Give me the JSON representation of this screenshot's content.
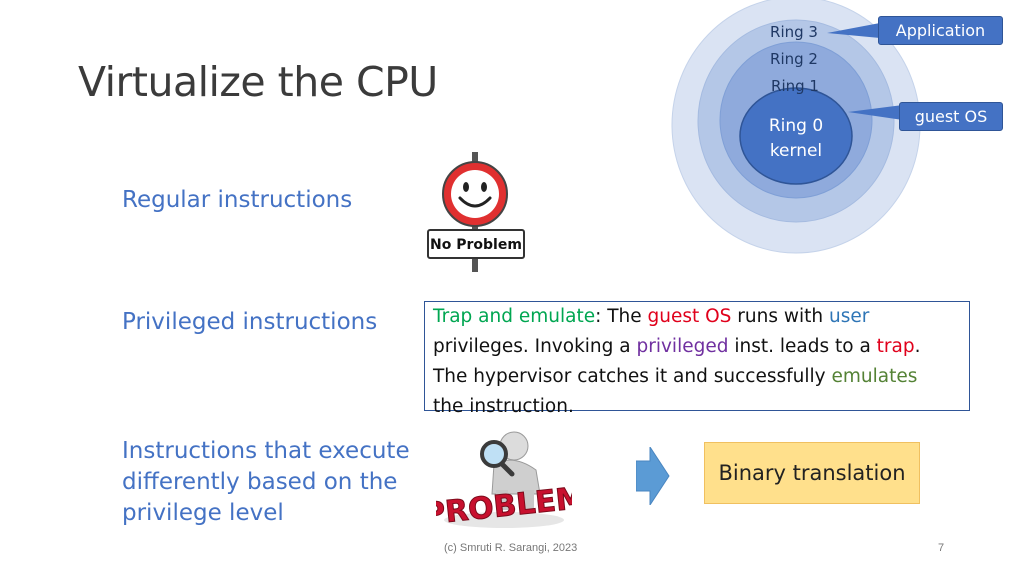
{
  "slide": {
    "title": "Virtualize the CPU",
    "labels": {
      "regular": "Regular instructions",
      "privileged": "Privileged instructions",
      "differently": [
        "Instructions that execute",
        "differently based on the",
        "privilege level"
      ]
    },
    "no_problem_sign": "No Problem",
    "problem_text": "PROBLEM",
    "trap_box": {
      "line1": {
        "a": "Trap and emulate",
        "b": ": The ",
        "c": "guest OS",
        "d": " runs with ",
        "e": "user"
      },
      "line2": {
        "a": "privileges. Invoking a ",
        "b": "privileged",
        "c": " inst. leads to a ",
        "d": "trap",
        "e": "."
      },
      "line3": {
        "a": "The hypervisor catches it and successfully ",
        "b": "emulates"
      },
      "line4": "the instruction."
    },
    "binary_translation": "Binary translation",
    "rings": {
      "ring3": "Ring 3",
      "ring2": "Ring 2",
      "ring1": "Ring 1",
      "ring0": "Ring 0",
      "kernel": "kernel",
      "callout_application": "Application",
      "callout_guest_os": "guest OS"
    },
    "footer": "(c) Smruti R. Sarangi, 2023",
    "page_number": "7"
  }
}
